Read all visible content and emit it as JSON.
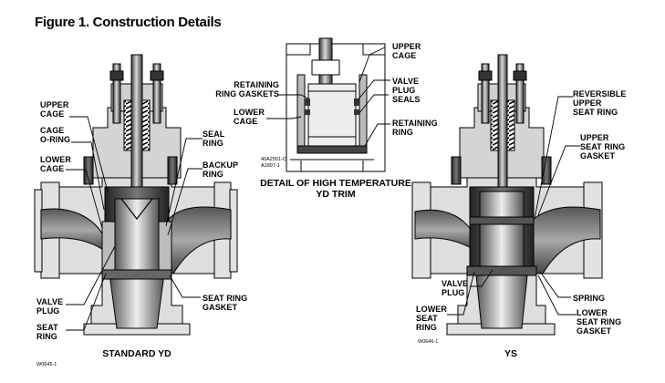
{
  "title": "Figure 1. Construction Details",
  "left_view": {
    "caption": "STANDARD YD",
    "code": "W0645-1",
    "labels": {
      "upper_cage": "UPPER\nCAGE",
      "cage_oring": "CAGE\nO-RING",
      "lower_cage": "LOWER\nCAGE",
      "valve_plug": "VALVE\nPLUG",
      "seat_ring": "SEAT\nRING",
      "seal_ring": "SEAL\nRING",
      "backup_ring": "BACKUP\nRING",
      "seat_ring_gasket": "SEAT RING\nGASKET"
    }
  },
  "center_view": {
    "caption": "DETAIL OF HIGH TEMPERATURE\nYD TRIM",
    "code": "40A2551-C\nA1897-1",
    "labels": {
      "upper_cage": "UPPER\nCAGE",
      "retaining_ring_gaskets": "RETAINING\nRING GASKETS",
      "lower_cage": "LOWER\nCAGE",
      "valve_plug_seals": "VALVE\nPLUG\nSEALS",
      "retaining_ring": "RETAINING\nRING"
    }
  },
  "right_view": {
    "caption": "YS",
    "code": "W0646-1",
    "labels": {
      "reversible_upper_seat_ring": "REVERSIBLE\nUPPER\nSEAT RING",
      "upper_seat_ring_gasket": "UPPER\nSEAT RING\nGASKET",
      "valve_plug": "VALVE\nPLUG",
      "lower_seat_ring": "LOWER\nSEAT\nRING",
      "spring": "SPRING",
      "lower_seat_ring_gasket": "LOWER\nSEAT RING\nGASKET"
    }
  }
}
